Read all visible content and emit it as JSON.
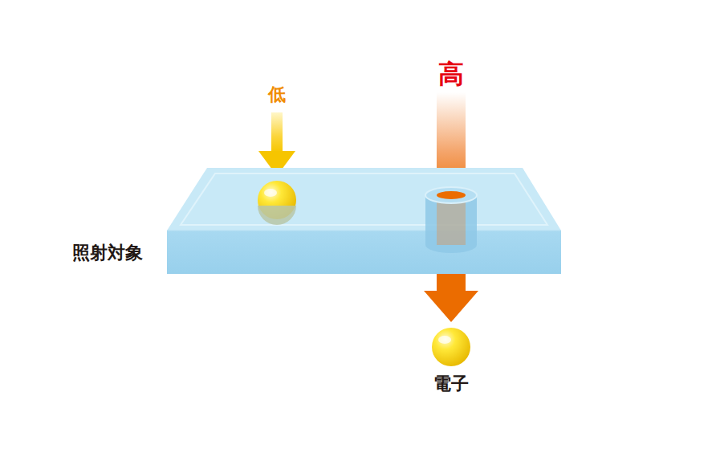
{
  "diagram": {
    "labels": [
      "低",
      "高",
      "照射対象",
      "電子"
    ]
  }
}
